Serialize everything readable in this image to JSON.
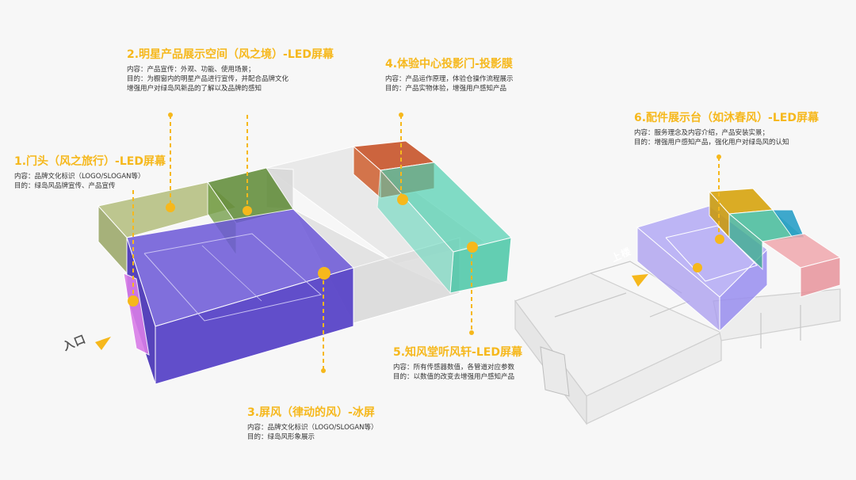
{
  "colors": {
    "accent": "#f6b81c",
    "purple": "#5a45c8",
    "olive": "#a9b572",
    "green": "#5e8a35",
    "orange": "#c8552b",
    "teal": "#4fd0b0",
    "lavender": "#a99cf0",
    "pink": "#f0a8ae",
    "grey": "#d8d8d8"
  },
  "labels": {
    "entrance": "入口",
    "upper_floor": "上楼"
  },
  "callouts": [
    {
      "id": "c1",
      "title": "1.门头（风之旅行）-LED屏幕",
      "lines": [
        "内容：品牌文化标识（LOGO/SLOGAN等）",
        "目的：绿岛风品牌宣传、产品宣传"
      ]
    },
    {
      "id": "c2",
      "title": "2.明星产品展示空间（风之境）-LED屏幕",
      "lines": [
        "内容：产品宣传：外观、功能、使用场景；",
        "目的：为橱窗内的明星产品进行宣传，并配合品牌文化",
        "增强用户对绿岛风新品的了解以及品牌的感知"
      ]
    },
    {
      "id": "c3",
      "title": "3.屏风（律动的风）-冰屏",
      "lines": [
        "内容：品牌文化标识（LOGO/SLOGAN等）",
        "目的：绿岛风形象展示"
      ]
    },
    {
      "id": "c4",
      "title": "4.体验中心投影门-投影膜",
      "lines": [
        "内容：产品运作原理，体验仓操作流程展示",
        "目的：产品实物体验，增强用户感知产品"
      ]
    },
    {
      "id": "c5",
      "title": "5.知风堂听风轩-LED屏幕",
      "lines": [
        "内容：所有传感器数值，各管道对应参数",
        "目的：以数值的改变去增强用户感知产品"
      ]
    },
    {
      "id": "c6",
      "title": "6.配件展示台（如沐春风）-LED屏幕",
      "lines": [
        "内容：服务理念及内容介绍，产品安装实景；",
        "目的：增强用户感知产品，强化用户对绿岛风的认知"
      ]
    }
  ]
}
